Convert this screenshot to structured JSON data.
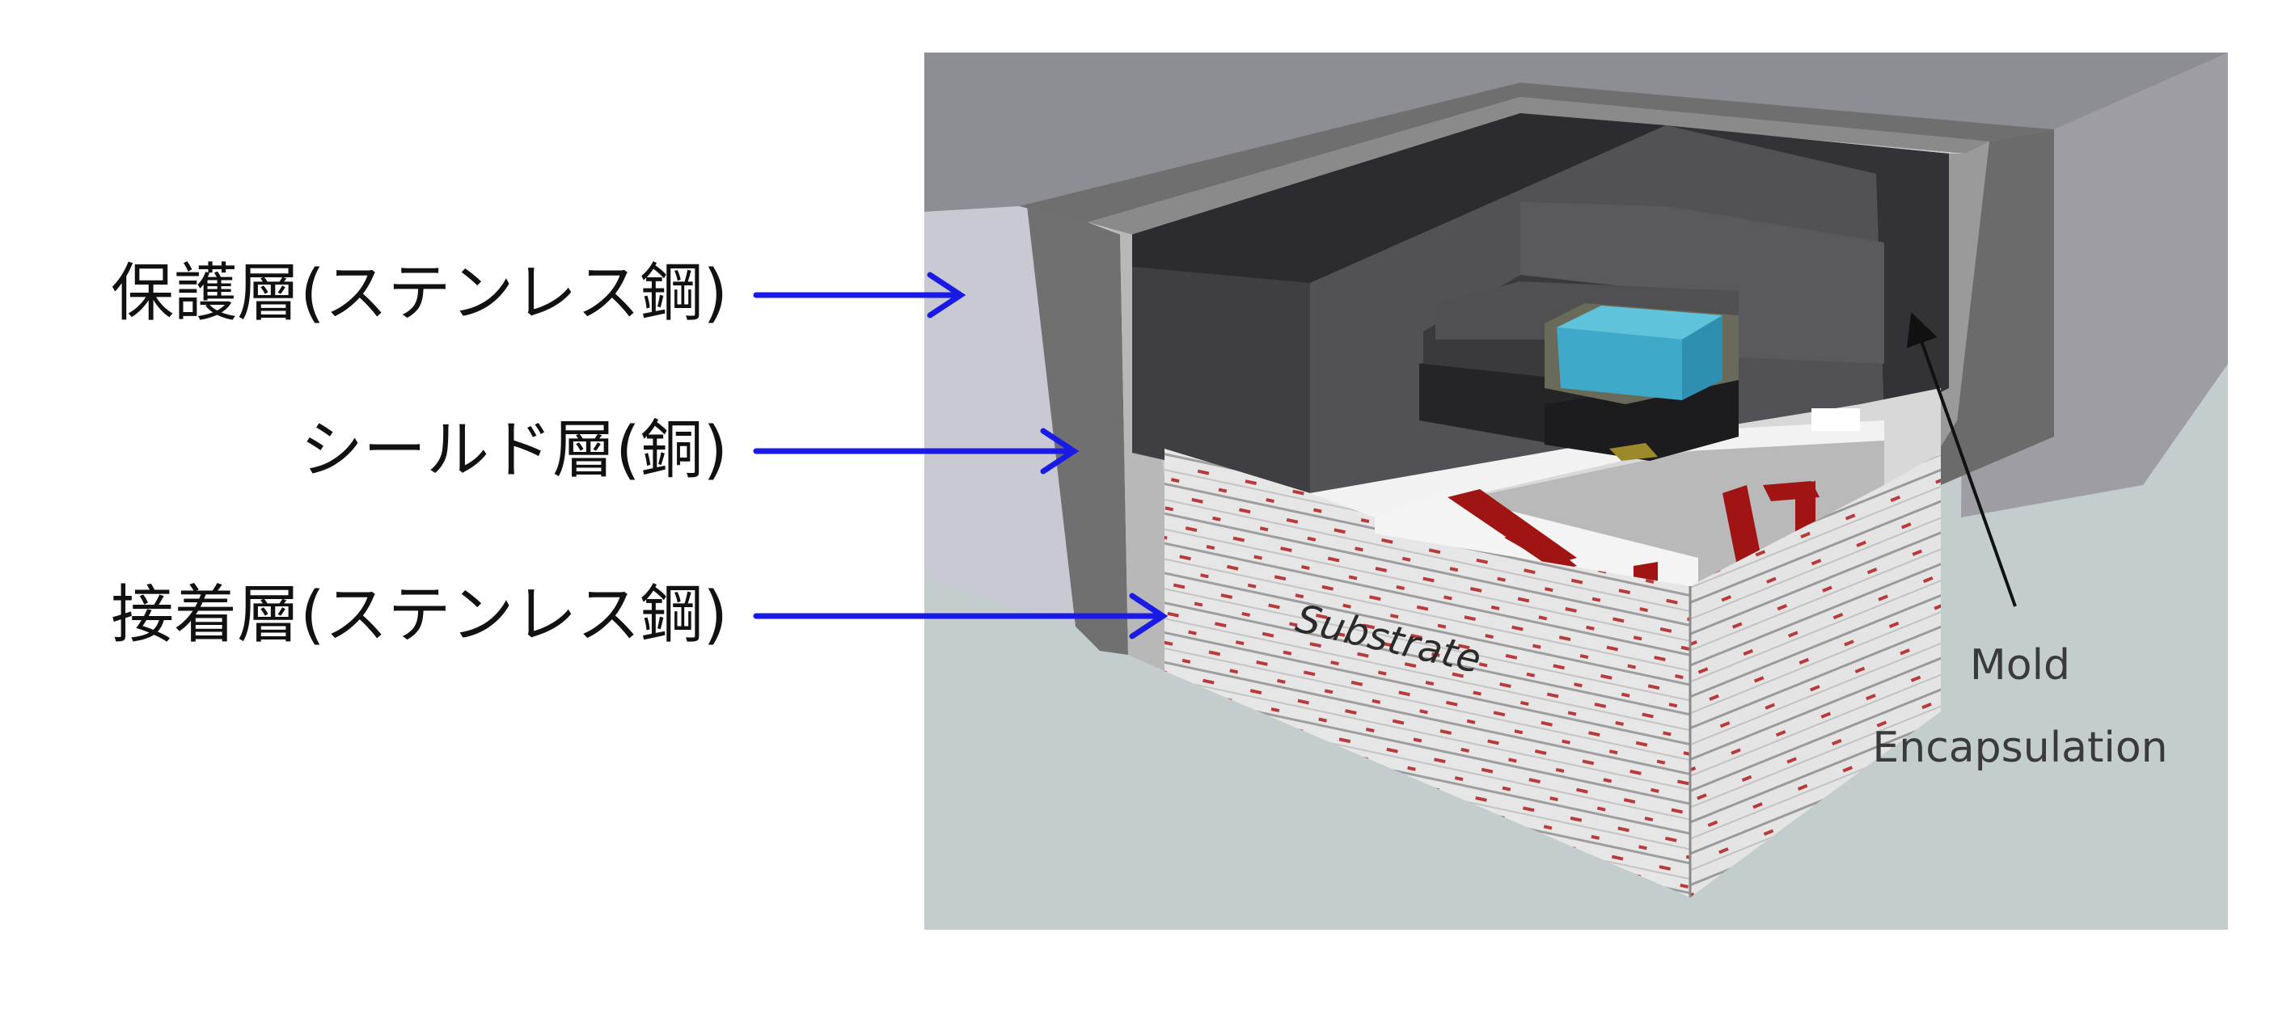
{
  "labels": {
    "protective_layer": "保護層(ステンレス鋼)",
    "shield_layer": "シールド層(銅)",
    "adhesion_layer": "接着層(ステンレス鋼)"
  },
  "figure": {
    "substrate": "Substrate",
    "mold_line1": "Mold",
    "mold_line2": "Encapsulation"
  },
  "colors": {
    "arrow": "#1a1ae6",
    "trace": "#a01414",
    "background": "#c4cdcd"
  }
}
